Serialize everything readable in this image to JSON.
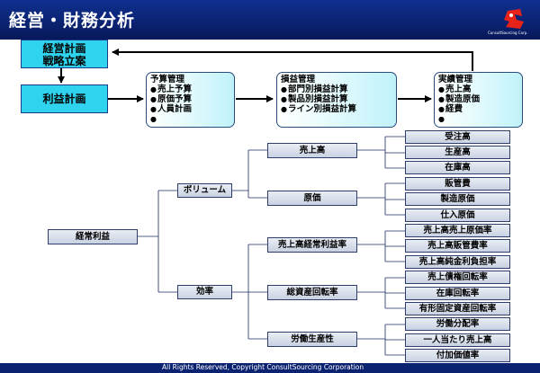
{
  "header": {
    "title": "経営・財務分析",
    "logo_text": "ConsultSourcing Corp."
  },
  "flow": {
    "planning": [
      "経営計画",
      "戦略立案"
    ],
    "profit_plan": "利益計画",
    "budget": {
      "title": "予算管理",
      "items": [
        "売上予算",
        "原価予算",
        "人員計画",
        ""
      ]
    },
    "pl": {
      "title": "損益管理",
      "items": [
        "部門別損益計算",
        "製品別損益計算",
        "ライン別損益計算"
      ]
    },
    "actual": {
      "title": "実績管理",
      "items": [
        "売上高",
        "製造原価",
        "経費",
        ""
      ]
    }
  },
  "tree": {
    "root": "経常利益",
    "level1": [
      "ボリューム",
      "効率"
    ],
    "level2": [
      "売上高",
      "原価",
      "売上高経常利益率",
      "総資産回転率",
      "労働生産性"
    ],
    "level3": {
      "sales": [
        "受注高",
        "生産高",
        "在庫高"
      ],
      "cost": [
        "販管費",
        "製造原価",
        "仕入原価"
      ],
      "margin": [
        "売上高売上原価率",
        "売上高販管費率",
        "売上高純金利負担率"
      ],
      "turnover": [
        "売上債権回転率",
        "在庫回転率",
        "有形固定資産回転率"
      ],
      "productivity": [
        "労働分配率",
        "一人当たり売上高",
        "付加価値率"
      ]
    }
  },
  "footer": {
    "text": "All Rights Reserved, Copyright  ConsultSourcing Corporation"
  }
}
